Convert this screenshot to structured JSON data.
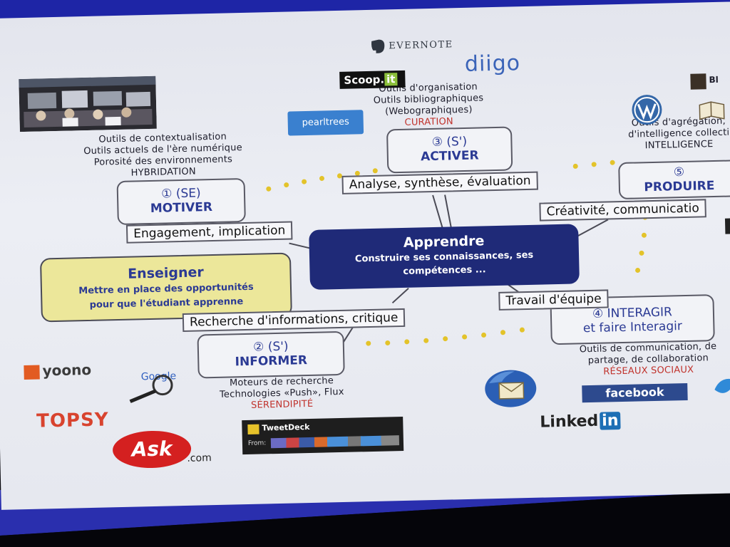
{
  "center": {
    "title": "Apprendre",
    "subtitle_line1": "Construire ses connaissances, ses",
    "subtitle_line2": "compétences ..."
  },
  "teach": {
    "title": "Enseigner",
    "line1": "Mettre en place des opportunités",
    "line2": "pour que l'étudiant apprenne"
  },
  "nodes": [
    {
      "num": "① (SE)",
      "verb": "MOTIVER",
      "tag": "Engagement, implication"
    },
    {
      "num": "② (S')",
      "verb": "INFORMER",
      "tag": "Recherche d'informations, critique"
    },
    {
      "num": "③ (S')",
      "verb": "ACTIVER",
      "tag": "Analyse, synthèse, évaluation"
    },
    {
      "num": "④ INTERAGIR",
      "verb": "et faire Interagir",
      "tag": "Travail d'équipe"
    },
    {
      "num": "⑤",
      "verb": "PRODUIRE",
      "tag": "Créativité, communicatio"
    }
  ],
  "captions": {
    "motiver": [
      "Outils de contextualisation",
      "Outils actuels de l'ère numérique",
      "Porosité des environnements",
      "HYBRIDATION"
    ],
    "activer": [
      "Outils d'organisation",
      "Outils bibliographiques",
      "(Webographiques)",
      "CURATION"
    ],
    "informer": [
      "Moteurs de recherche",
      "Technologies «Push», Flux",
      "SÉRENDIPITÉ"
    ],
    "interagir": [
      "Outils de communication, de",
      "partage, de collaboration",
      "RÉSEAUX SOCIAUX"
    ],
    "produire": [
      "Outils d'agrégation,",
      "d'intelligence collecti",
      "INTELLIGENCE"
    ]
  },
  "logos": {
    "evernote": "EVERNOTE",
    "diigo": "diigo",
    "scoopit": "Scoop.",
    "scoopit_suffix": "it",
    "pearltrees": "pearltrees",
    "yoono": "yoono",
    "google": "Google",
    "topsy": "TOPSY",
    "ask": "Ask",
    "ask_suffix": ".com",
    "tweetdeck": "TweetDeck",
    "tweetdeck_from": "From:",
    "facebook": "facebook",
    "linkedin": "Linked",
    "linkedin_in": "in",
    "blogger_fragment": "Bl"
  },
  "colors": {
    "center_bg": "#1f2a78",
    "teach_bg": "#ece79a",
    "node_text": "#2b3a94",
    "dots": "#e3c32a",
    "highlight_red": "#c0322c",
    "projector_frame": "#2a2fae"
  }
}
